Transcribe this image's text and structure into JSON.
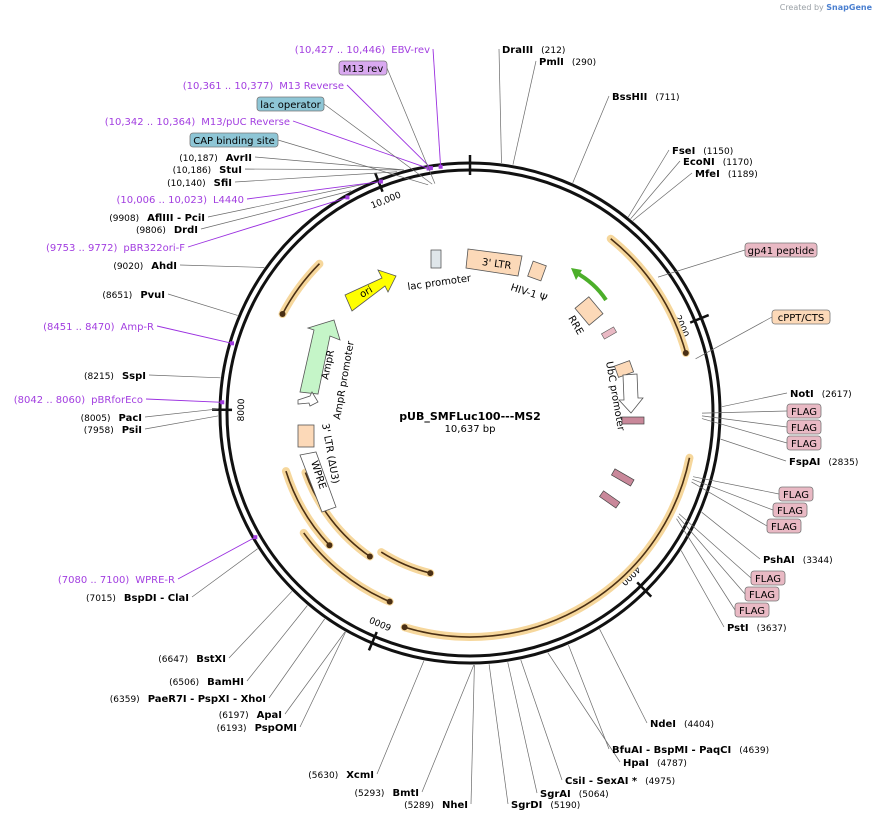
{
  "credit": {
    "prefix": "Created by",
    "brand": "SnapGene"
  },
  "plasmid": {
    "name": "pUB_SMFLuc100---MS2",
    "size_label": "10,637 bp",
    "length": 10637
  },
  "ticks": [
    {
      "pos": 0,
      "label": ""
    },
    {
      "pos": 2000,
      "label": "2000"
    },
    {
      "pos": 4000,
      "label": "4000"
    },
    {
      "pos": 6000,
      "label": "6000"
    },
    {
      "pos": 8000,
      "label": "8000"
    },
    {
      "pos": 10000,
      "label": "10,000"
    }
  ],
  "sites_right": [
    {
      "name": "DraIII",
      "pos": "(212)",
      "bp": 212
    },
    {
      "name": "PmlI",
      "pos": "(290)",
      "bp": 290
    },
    {
      "name": "BssHII",
      "pos": "(711)",
      "bp": 711
    },
    {
      "name": "FseI",
      "pos": "(1150)",
      "bp": 1150
    },
    {
      "name": "EcoNI",
      "pos": "(1170)",
      "bp": 1170
    },
    {
      "name": "MfeI",
      "pos": "(1189)",
      "bp": 1189
    },
    {
      "name": "NotI",
      "pos": "(2617)",
      "bp": 2617
    },
    {
      "name": "FspAI",
      "pos": "(2835)",
      "bp": 2835
    },
    {
      "name": "PshAI",
      "pos": "(3344)",
      "bp": 3344
    },
    {
      "name": "PstI",
      "pos": "(3637)",
      "bp": 3637
    },
    {
      "name": "NdeI",
      "pos": "(4404)",
      "bp": 4404
    },
    {
      "name": "BfuAI  - BspMI  - PaqCI",
      "pos": "(4639)",
      "bp": 4639
    },
    {
      "name": "HpaI",
      "pos": "(4787)",
      "bp": 4787
    },
    {
      "name": "CsiI  - SexAI *",
      "pos": "(4975)",
      "bp": 4975
    },
    {
      "name": "SgrAI",
      "pos": "(5064)",
      "bp": 5064
    },
    {
      "name": "SgrDI",
      "pos": "(5190)",
      "bp": 5190
    }
  ],
  "sites_left": [
    {
      "name": "AvrII",
      "pos": "(10,187)",
      "bp": 10187
    },
    {
      "name": "StuI",
      "pos": "(10,186)",
      "bp": 10186
    },
    {
      "name": "SfiI",
      "pos": "(10,140)",
      "bp": 10140
    },
    {
      "name": "AflIII  - PciI",
      "pos": "(9908)",
      "bp": 9908
    },
    {
      "name": "DrdI",
      "pos": "(9806)",
      "bp": 9806
    },
    {
      "name": "AhdI",
      "pos": "(9020)",
      "bp": 9020
    },
    {
      "name": "PvuI",
      "pos": "(8651)",
      "bp": 8651
    },
    {
      "name": "SspI",
      "pos": "(8215)",
      "bp": 8215
    },
    {
      "name": "PacI",
      "pos": "(8005)",
      "bp": 8005
    },
    {
      "name": "PsiI",
      "pos": "(7958)",
      "bp": 7958
    },
    {
      "name": "BspDI  - ClaI",
      "pos": "(7015)",
      "bp": 7015
    },
    {
      "name": "BstXI",
      "pos": "(6647)",
      "bp": 6647
    },
    {
      "name": "BamHI",
      "pos": "(6506)",
      "bp": 6506
    },
    {
      "name": "PaeR7I  - PspXI  - XhoI",
      "pos": "(6359)",
      "bp": 6359
    },
    {
      "name": "ApaI",
      "pos": "(6197)",
      "bp": 6197
    },
    {
      "name": "PspOMI",
      "pos": "(6193)",
      "bp": 6193
    },
    {
      "name": "XcmI",
      "pos": "(5630)",
      "bp": 5630
    },
    {
      "name": "BmtI",
      "pos": "(5293)",
      "bp": 5293
    },
    {
      "name": "NheI",
      "pos": "(5289)",
      "bp": 5289
    }
  ],
  "primers": [
    {
      "name": "EBV-rev",
      "range": "(10,427 .. 10,446)",
      "bp": 10436
    },
    {
      "name": "M13 Reverse",
      "range": "(10,361 .. 10,377)",
      "bp": 10369
    },
    {
      "name": "M13/pUC Reverse",
      "range": "(10,342 .. 10,364)",
      "bp": 10353
    },
    {
      "name": "L4440",
      "range": "(10,006 .. 10,023)",
      "bp": 10015
    },
    {
      "name": "pBR322ori-F",
      "range": "(9753 .. 9772)",
      "bp": 9762
    },
    {
      "name": "Amp-R",
      "range": "(8451 .. 8470)",
      "bp": 8460
    },
    {
      "name": "pBRforEco",
      "range": "(8042 .. 8060)",
      "bp": 8051
    },
    {
      "name": "WPRE-R",
      "range": "(7080 .. 7100)",
      "bp": 7090
    }
  ],
  "feature_boxes": [
    {
      "label": "M13 rev",
      "color": "#d9a9f0"
    },
    {
      "label": "lac operator",
      "color": "#8ec6d6"
    },
    {
      "label": "CAP binding site",
      "color": "#8ec6d6"
    },
    {
      "label": "gp41 peptide",
      "color": "#e9b9c4"
    },
    {
      "label": "cPPT/CTS",
      "color": "#fcd9b8"
    },
    {
      "label": "FLAG",
      "color": "#e9b9c4"
    },
    {
      "label": "FLAG",
      "color": "#e9b9c4"
    },
    {
      "label": "FLAG",
      "color": "#e9b9c4"
    },
    {
      "label": "FLAG",
      "color": "#e9b9c4"
    },
    {
      "label": "FLAG",
      "color": "#e9b9c4"
    },
    {
      "label": "FLAG",
      "color": "#e9b9c4"
    },
    {
      "label": "FLAG",
      "color": "#e9b9c4"
    },
    {
      "label": "FLAG",
      "color": "#e9b9c4"
    },
    {
      "label": "FLAG",
      "color": "#e9b9c4"
    }
  ],
  "inner_labels": {
    "three_ltr": "3' LTR",
    "hiv_psi": "HIV-1 Ψ",
    "rre": "RRE",
    "ubc": "UbC promoter",
    "lac_promoter": "lac promoter",
    "ori": "ori",
    "ampr": "AmpR",
    "ampr_promoter": "AmpR promoter",
    "ltr_du3": "3' LTR (ΔU3)",
    "wpre": "WPRE"
  }
}
